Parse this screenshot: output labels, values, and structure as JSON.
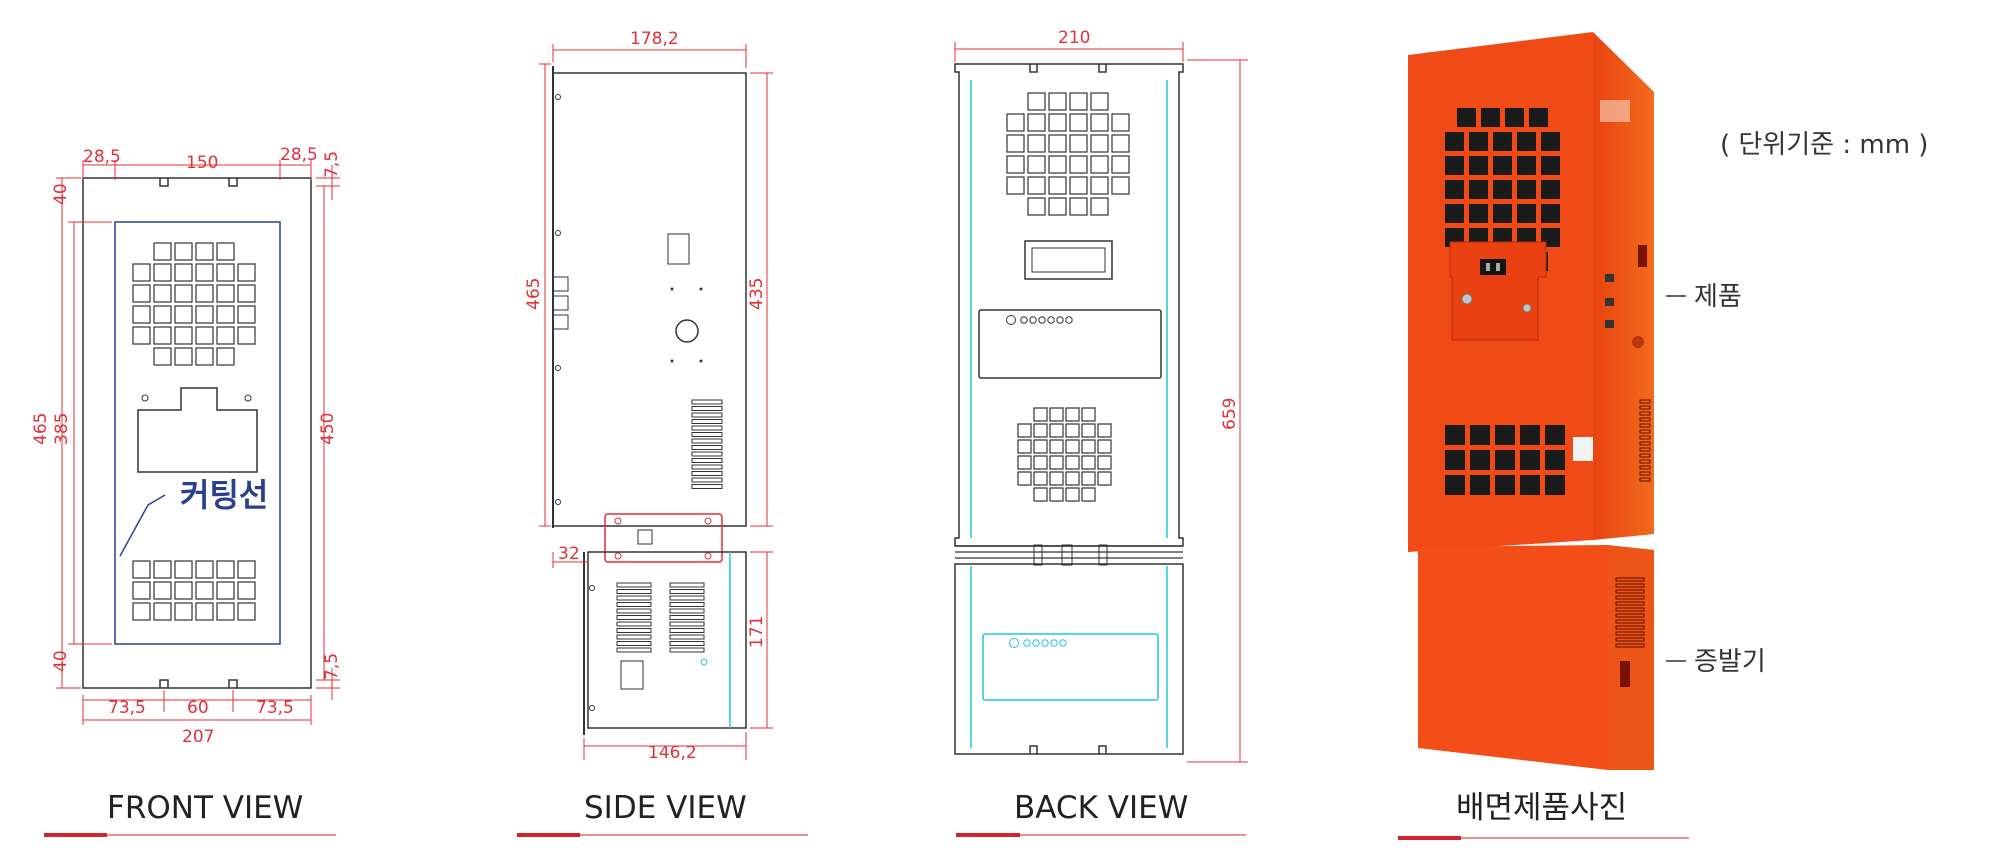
{
  "unit_note": "( 단위기준 : mm )",
  "views": {
    "front": {
      "title": "FRONT VIEW",
      "dims": {
        "margin_left": "28,5",
        "width_inner": "150",
        "margin_right": "28,5",
        "top_right": "7,5",
        "top_left": "40",
        "height_total": "465",
        "height_inner": "385",
        "height_right": "450",
        "bottom_left": "40",
        "bottom_right": "7,5",
        "slot_left": "73,5",
        "slot_gap": "60",
        "slot_right": "73,5",
        "width_total": "207"
      },
      "cut_label": "커팅선"
    },
    "side": {
      "title": "SIDE VIEW",
      "dims": {
        "width_top": "178,2",
        "height_left": "465",
        "height_right": "435",
        "flange": "32",
        "height_lower": "171",
        "width_bottom": "146,2"
      }
    },
    "back": {
      "title": "BACK VIEW",
      "dims": {
        "width_top": "210",
        "height_total": "659"
      }
    },
    "photo": {
      "title": "배면제품사진",
      "callouts": {
        "product": "제품",
        "evaporator": "증발기"
      }
    }
  },
  "colors": {
    "dimension_red": "#e0313a",
    "accent_red": "#d7222b",
    "cyan_line": "#22c7d9",
    "cut_line_blue": "#2a3f8f",
    "product_orange": "#f04a16"
  }
}
